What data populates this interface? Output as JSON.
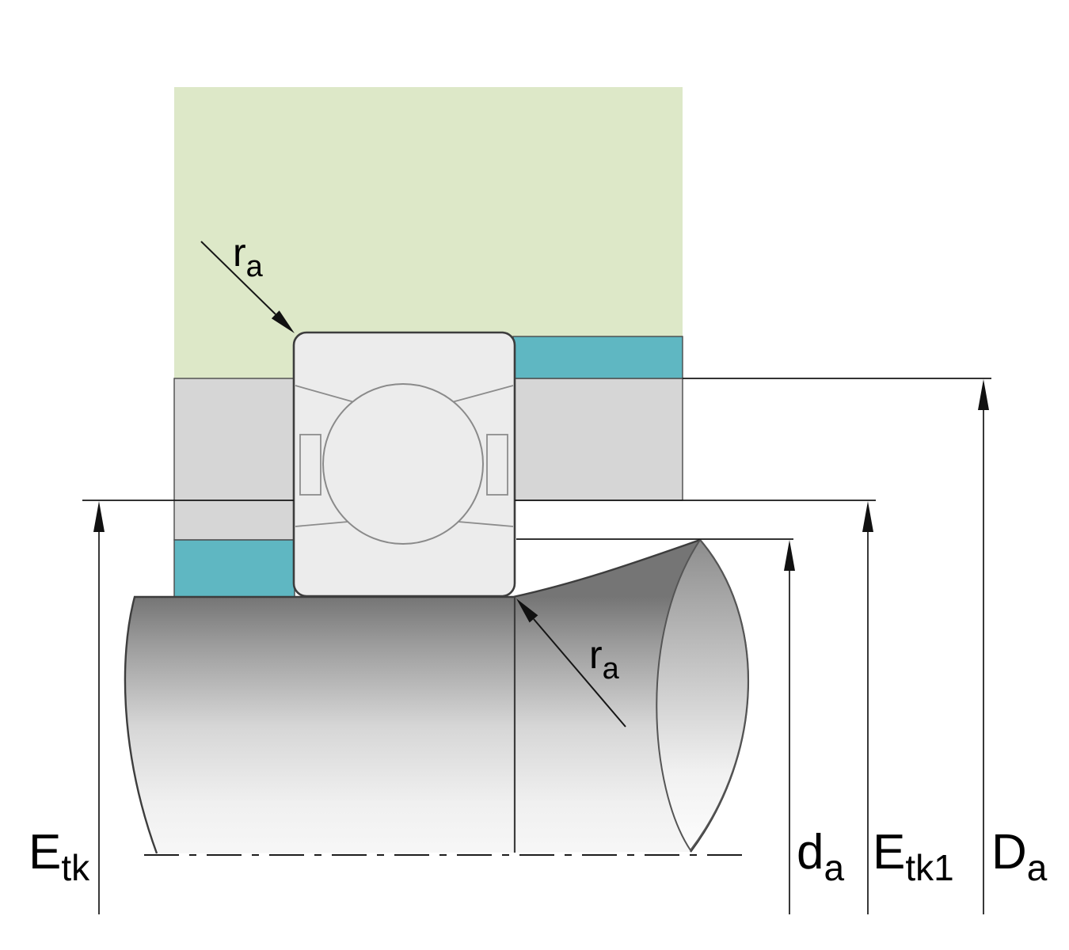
{
  "figure": {
    "labels": {
      "ra_top": {
        "main": "r",
        "sub": "a"
      },
      "ra_bottom": {
        "main": "r",
        "sub": "a"
      },
      "etk": {
        "main": "E",
        "sub": "tk"
      },
      "da": {
        "main": "d",
        "sub": "a"
      },
      "etk1": {
        "main": "E",
        "sub": "tk1"
      },
      "Da": {
        "main": "D",
        "sub": "a"
      }
    },
    "colors": {
      "background": "#ffffff",
      "housing_green": "#dde8c8",
      "abutment_teal": "#5fb7c2",
      "housing_gray": "#d6d6d6",
      "bearing_gray": "#ececec",
      "line_dark": "#161616"
    }
  }
}
